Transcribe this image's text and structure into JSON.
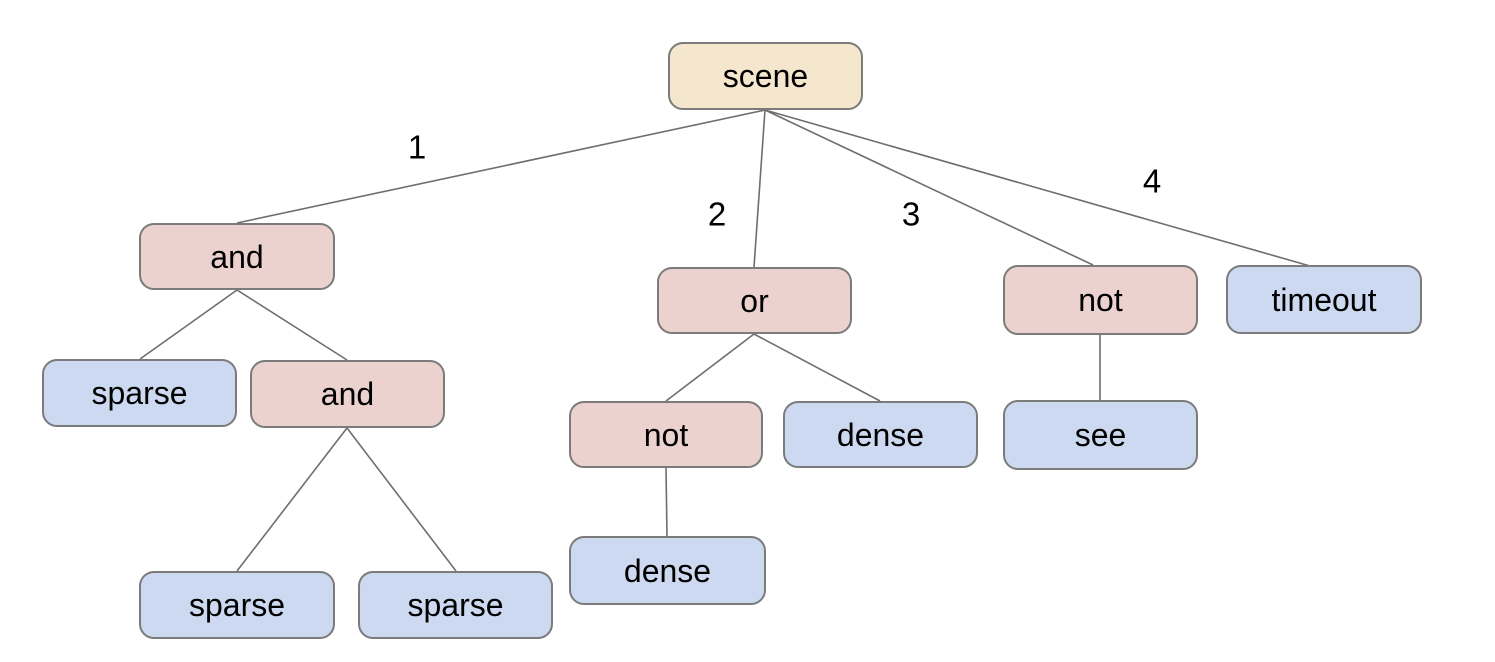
{
  "tree": {
    "label": "scene",
    "kind": "root",
    "children": [
      {
        "edge_label": "1",
        "label": "and",
        "kind": "operator",
        "children": [
          {
            "label": "sparse",
            "kind": "leaf"
          },
          {
            "label": "and",
            "kind": "operator",
            "children": [
              {
                "label": "sparse",
                "kind": "leaf"
              },
              {
                "label": "sparse",
                "kind": "leaf"
              }
            ]
          }
        ]
      },
      {
        "edge_label": "2",
        "label": "or",
        "kind": "operator",
        "children": [
          {
            "label": "not",
            "kind": "operator",
            "children": [
              {
                "label": "dense",
                "kind": "leaf"
              }
            ]
          },
          {
            "label": "dense",
            "kind": "leaf"
          }
        ]
      },
      {
        "edge_label": "3",
        "label": "not",
        "kind": "operator",
        "children": [
          {
            "label": "see",
            "kind": "leaf"
          }
        ]
      },
      {
        "edge_label": "4",
        "label": "timeout",
        "kind": "leaf"
      }
    ]
  },
  "colors": {
    "root_fill": "#f5e7cd",
    "operator_fill": "#ebd2cf",
    "leaf_fill": "#ccd9f0",
    "node_border": "#7b7b7b",
    "edge_line": "#6e6e6e",
    "label_text": "#000000"
  }
}
